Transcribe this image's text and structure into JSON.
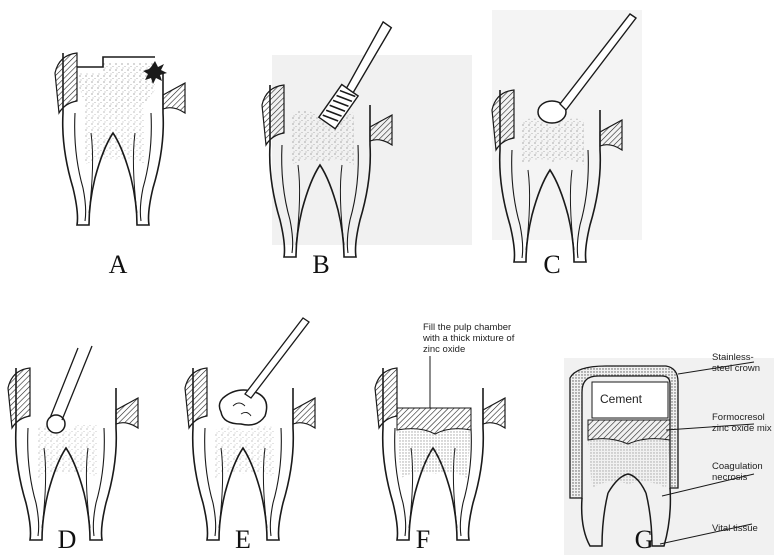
{
  "panels": [
    {
      "id": "A",
      "label": "A"
    },
    {
      "id": "B",
      "label": "B"
    },
    {
      "id": "C",
      "label": "C"
    },
    {
      "id": "D",
      "label": "D"
    },
    {
      "id": "E",
      "label": "E"
    },
    {
      "id": "F",
      "label": "F"
    },
    {
      "id": "G",
      "label": "G"
    }
  ],
  "annotations": {
    "f_instruction": "Fill the pulp chamber\nwith a thick mixture of\nzinc oxide",
    "g_cement": "Cement",
    "g_crown": "Stainless-\nsteel crown",
    "g_formocresol": "Formocresol\nzinc oxide mix",
    "g_coagulation": "Coagulation\nnecrosis",
    "g_vital": "Vital tissue"
  },
  "colors": {
    "ink": "#1a1a1a",
    "stipple": "#9a9a9a",
    "panel_bg": "#f3f3f3"
  }
}
